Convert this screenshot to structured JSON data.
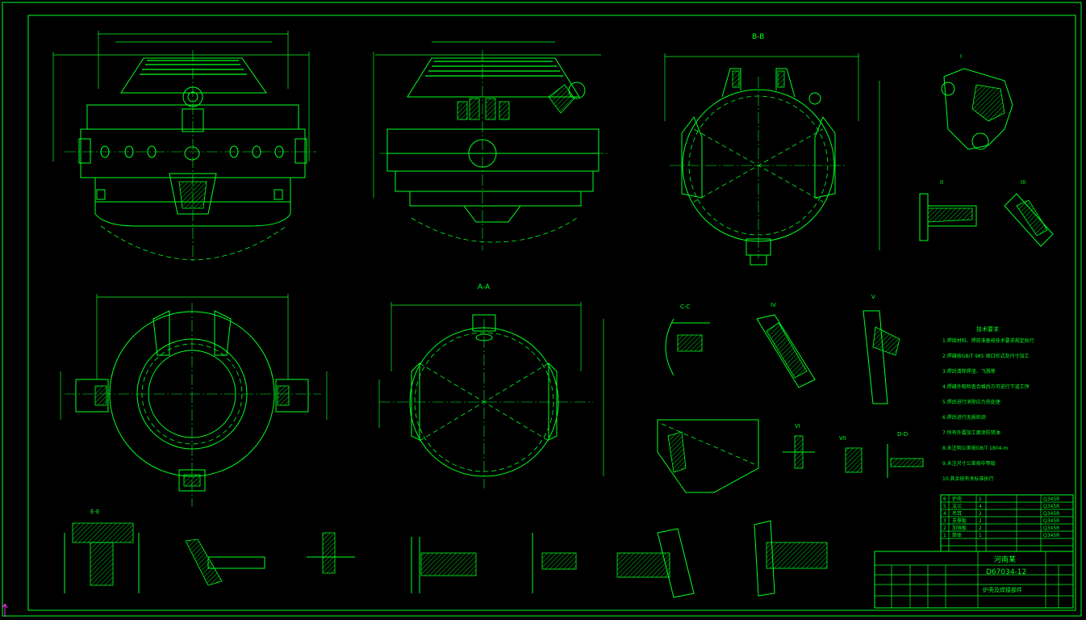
{
  "drawing": {
    "background": "#000000",
    "line_color": "#00ff1e",
    "accent_color": "#ffffff"
  },
  "views": {
    "section_bb": "B-B",
    "section_aa": "A-A",
    "section_cc": "C-C",
    "section_dd": "D-D",
    "section_ee": "E-E",
    "detail_i": "I",
    "detail_ii": "II",
    "detail_iii": "III",
    "detail_iv": "IV",
    "detail_v": "V",
    "detail_vi": "VI",
    "detail_vii": "VII"
  },
  "notes": {
    "title": "技术要求",
    "lines": [
      "1.焊接材料、焊前准备按技术要求规定执行",
      "2.焊缝按GB/T 985 坡口形式及尺寸加工",
      "3.焊后清除焊渣、飞溅等",
      "4.焊缝外观检查合格后方可进行下道工序",
      "5.焊后进行消除应力热处理",
      "6.焊后进行无损检测",
      "7.所有外露加工面涂防锈油",
      "8.未注明公差按GB/T 1804-m",
      "9.未注尺寸公差按中等级",
      "10.其余按有关标准执行"
    ]
  },
  "title_block": {
    "drawing_number": "D67034-12",
    "part_name": "炉壳及焊接部件",
    "company": "河南某",
    "parts": [
      {
        "no": "6",
        "name": "炉壳",
        "qty": "1",
        "material": "Q345R"
      },
      {
        "no": "5",
        "name": "法兰",
        "qty": "4",
        "material": "Q345R"
      },
      {
        "no": "4",
        "name": "吊耳",
        "qty": "2",
        "material": "Q345R"
      },
      {
        "no": "3",
        "name": "支撑板",
        "qty": "2",
        "material": "Q345R"
      },
      {
        "no": "2",
        "name": "加强板",
        "qty": "2",
        "material": "Q345R"
      },
      {
        "no": "1",
        "name": "筒体",
        "qty": "1",
        "material": "Q345R"
      }
    ]
  }
}
